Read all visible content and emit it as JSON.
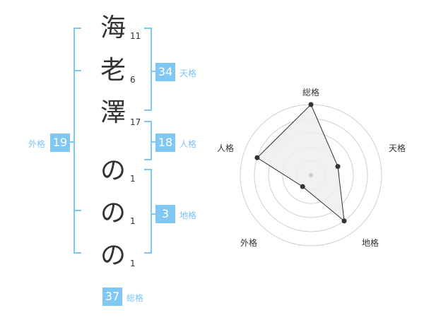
{
  "name_chars": [
    "海",
    "老",
    "澤",
    "の",
    "の",
    "の"
  ],
  "strokes": [
    "11",
    "6",
    "17",
    "1",
    "1",
    "1"
  ],
  "fortunes": {
    "tenkaku": {
      "value": "34",
      "label": "天格"
    },
    "jinkaku": {
      "value": "18",
      "label": "人格"
    },
    "chikaku": {
      "value": "3",
      "label": "地格"
    },
    "gaikaku": {
      "value": "19",
      "label": "外格"
    },
    "soukaku": {
      "value": "37",
      "label": "総格"
    }
  },
  "radar": {
    "axes": [
      "総格",
      "天格",
      "地格",
      "外格",
      "人格"
    ],
    "levels": 5,
    "values": [
      5,
      2,
      4,
      1,
      4
    ],
    "colors": {
      "ring": "#cfcfcf",
      "fill": "#efefef",
      "line": "#333333",
      "center": "#cccccc"
    }
  },
  "colors": {
    "accent": "#80c8f4",
    "accent_text": "#7ec3f0",
    "bracket": "#80c8f4"
  }
}
